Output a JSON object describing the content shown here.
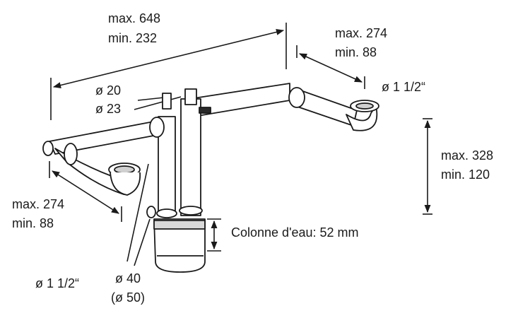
{
  "dimensions": {
    "overall_width": {
      "max": "max. 648",
      "min": "min. 232"
    },
    "left_arm": {
      "max": "max. 274",
      "min": "min. 88"
    },
    "right_arm": {
      "max": "max. 274",
      "min": "min. 88"
    },
    "height": {
      "max": "max. 328",
      "min": "min. 120"
    },
    "water_seal": "Colonne d'eau: 52 mm"
  },
  "diameters": {
    "valve_small": "ø 20",
    "valve_large": "ø 23",
    "right_inlet": "ø 1 1/2“",
    "left_inlet": "ø 1 1/2“",
    "outlet": "ø 40",
    "outlet_alt": "(ø 50)"
  },
  "colors": {
    "line": "#1a1a1a",
    "fill": "#ffffff",
    "shade": "#cfcfcf"
  }
}
